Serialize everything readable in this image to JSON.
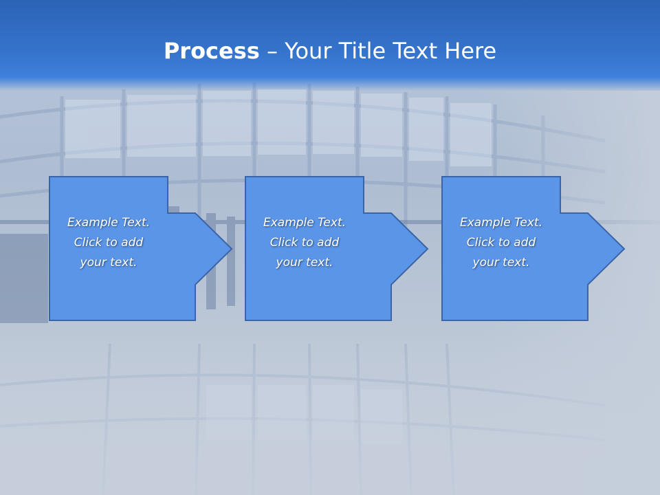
{
  "slide": {
    "title_strong": "Process",
    "title_rest": " – Your Title Text Here"
  },
  "steps": [
    {
      "line1": "Example Text.",
      "line2": "Click  to add",
      "line3": "your text."
    },
    {
      "line1": "Example Text.",
      "line2": "Click  to add",
      "line3": "your text."
    },
    {
      "line1": "Example Text.",
      "line2": "Click  to add",
      "line3": "your text."
    }
  ],
  "colors": {
    "title_band": "#2b63b5",
    "shape_fill": "#5b95e8",
    "shape_border": "#3a64a8",
    "background": "#c4cfdc"
  }
}
